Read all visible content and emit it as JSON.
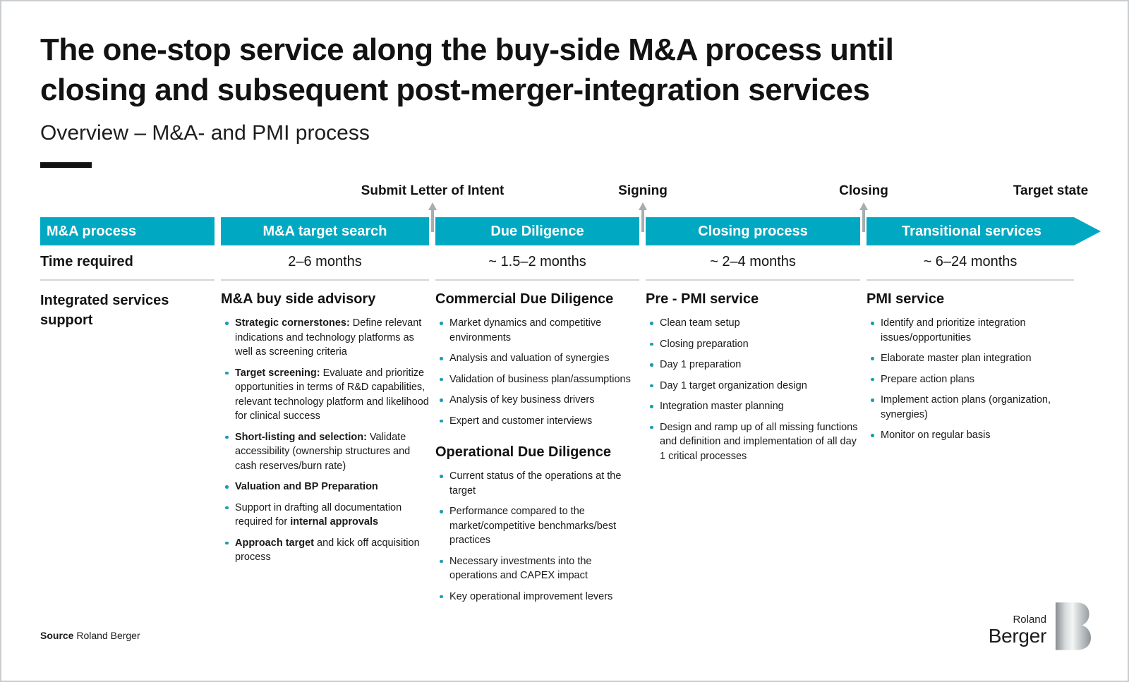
{
  "header": {
    "title_line1": "The one-stop service along the buy-side M&A process until",
    "title_line2": "closing and subsequent post-merger-integration services",
    "subtitle": "Overview – M&A- and PMI process"
  },
  "milestones": [
    "Submit Letter of Intent",
    "Signing",
    "Closing",
    "Target state"
  ],
  "process_bar": {
    "label": "M&A process",
    "segments": [
      "M&A target search",
      "Due Diligence",
      "Closing process",
      "Transitional services"
    ]
  },
  "time_row": {
    "label": "Time required",
    "values": [
      "2–6 months",
      "~ 1.5–2 months",
      "~ 2–4 months",
      "~ 6–24 months"
    ]
  },
  "services_row": {
    "label": "Integrated services support",
    "columns": [
      {
        "sections": [
          {
            "heading": "M&A buy side advisory",
            "bullets": [
              {
                "bold": "Strategic cornerstones:",
                "text": " Define relevant indications and technology platforms as well as screening criteria",
                "bold2": ""
              },
              {
                "bold": "Target screening:",
                "text": " Evaluate and prioritize opportunities in terms of R&D capabilities, relevant technology platform and likelihood for clinical success",
                "bold2": ""
              },
              {
                "bold": "Short-listing and selection:",
                "text": " Validate accessibility (ownership structures and cash reserves/burn rate)",
                "bold2": ""
              },
              {
                "bold": "Valuation and BP Preparation",
                "text": "",
                "bold2": ""
              },
              {
                "bold": "",
                "text": "Support in drafting all documentation required for ",
                "bold2": "internal approvals"
              },
              {
                "bold": "Approach target",
                "text": " and kick off acquisition process",
                "bold2": ""
              }
            ]
          }
        ]
      },
      {
        "sections": [
          {
            "heading": "Commercial Due Diligence",
            "bullets": [
              {
                "bold": "",
                "text": "Market dynamics and competitive environments",
                "bold2": ""
              },
              {
                "bold": "",
                "text": "Analysis and valuation of synergies",
                "bold2": ""
              },
              {
                "bold": "",
                "text": "Validation of business plan/assumptions",
                "bold2": ""
              },
              {
                "bold": "",
                "text": "Analysis of key business drivers",
                "bold2": ""
              },
              {
                "bold": "",
                "text": "Expert and customer interviews",
                "bold2": ""
              }
            ]
          },
          {
            "heading": "Operational Due Diligence",
            "bullets": [
              {
                "bold": "",
                "text": "Current status of the operations at the target",
                "bold2": ""
              },
              {
                "bold": "",
                "text": "Performance compared to the market/competitive benchmarks/best practices",
                "bold2": ""
              },
              {
                "bold": "",
                "text": "Necessary investments into the operations and CAPEX impact",
                "bold2": ""
              },
              {
                "bold": "",
                "text": "Key operational improvement levers",
                "bold2": ""
              }
            ]
          }
        ]
      },
      {
        "sections": [
          {
            "heading": "Pre - PMI service",
            "bullets": [
              {
                "bold": "",
                "text": "Clean team setup",
                "bold2": ""
              },
              {
                "bold": "",
                "text": "Closing preparation",
                "bold2": ""
              },
              {
                "bold": "",
                "text": "Day 1 preparation",
                "bold2": ""
              },
              {
                "bold": "",
                "text": "Day 1 target organization design",
                "bold2": ""
              },
              {
                "bold": "",
                "text": "Integration master planning",
                "bold2": ""
              },
              {
                "bold": "",
                "text": "Design and ramp up of all missing functions and definition and implementation of all day 1 critical processes",
                "bold2": ""
              }
            ]
          }
        ]
      },
      {
        "sections": [
          {
            "heading": "PMI service",
            "bullets": [
              {
                "bold": "",
                "text": "Identify and prioritize integration issues/opportunities",
                "bold2": ""
              },
              {
                "bold": "",
                "text": "Elaborate master plan integration",
                "bold2": ""
              },
              {
                "bold": "",
                "text": "Prepare action plans",
                "bold2": ""
              },
              {
                "bold": "",
                "text": "Implement action plans (organization, synergies)",
                "bold2": ""
              },
              {
                "bold": "",
                "text": "Monitor on regular basis",
                "bold2": ""
              }
            ]
          }
        ]
      }
    ]
  },
  "footer": {
    "source_label": "Source",
    "source_text": "Roland Berger",
    "logo_top": "Roland",
    "logo_bottom": "Berger"
  },
  "colors": {
    "accent": "#00A9C1",
    "bullet_dot": "#1D9CB4",
    "milestone_arrow": "#A7ADB0",
    "rule_gray": "#D5D5D5",
    "divider_dash": "#121212",
    "logo_gradient": [
      "#878D91",
      "#F4F6F6",
      "#8D9498"
    ]
  }
}
